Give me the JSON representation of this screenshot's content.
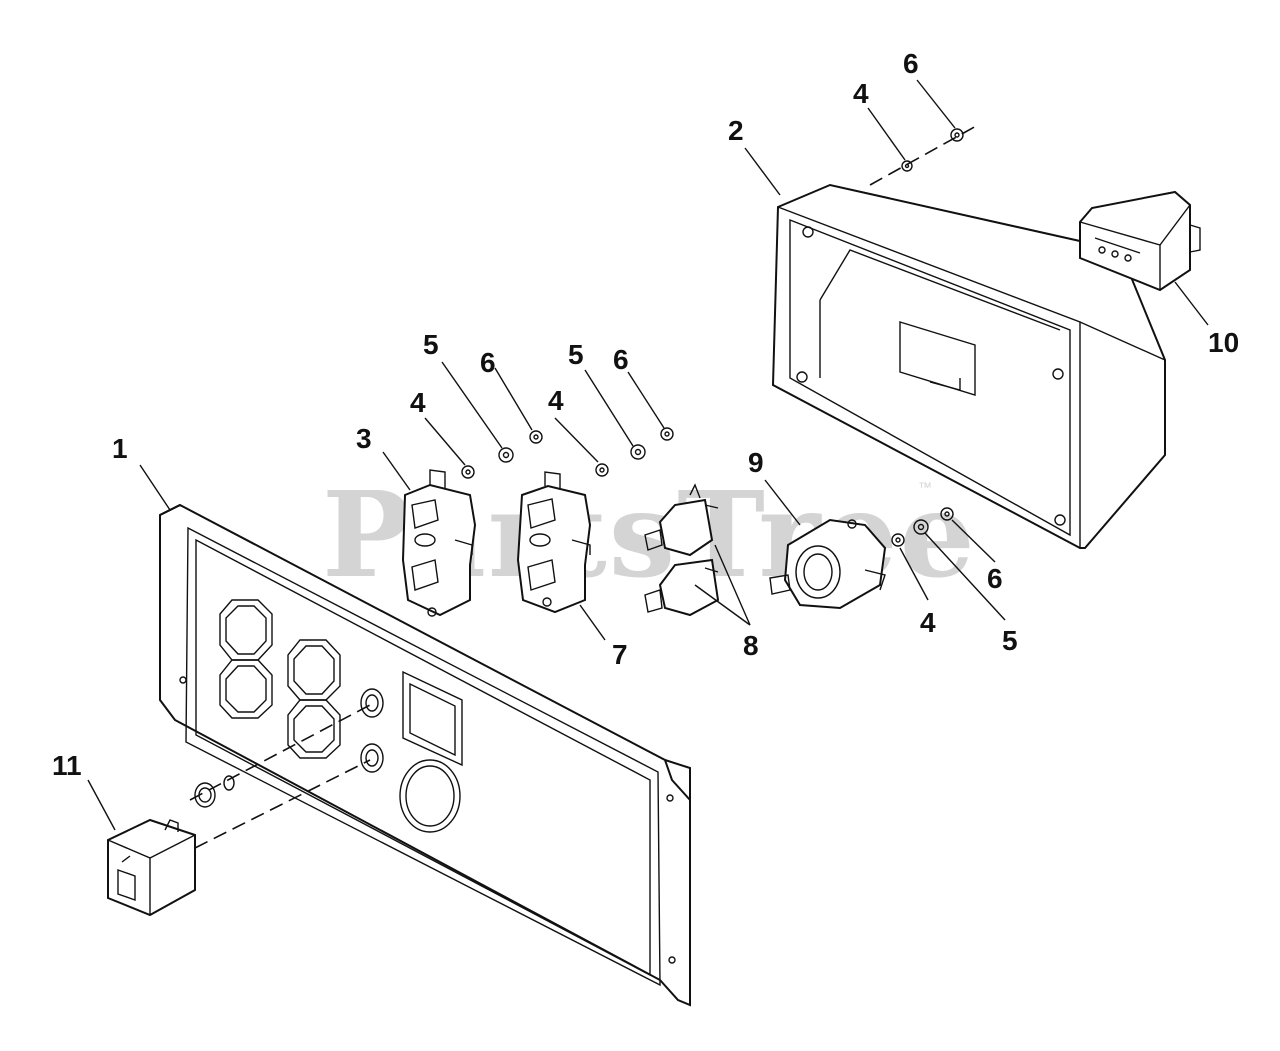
{
  "watermark": {
    "text": "PartsTree",
    "trademark": "™"
  },
  "callouts": [
    {
      "id": "c1",
      "label": "1"
    },
    {
      "id": "c2",
      "label": "2"
    },
    {
      "id": "c3",
      "label": "3"
    },
    {
      "id": "c4a",
      "label": "4"
    },
    {
      "id": "c4b",
      "label": "4"
    },
    {
      "id": "c4c",
      "label": "4"
    },
    {
      "id": "c4d",
      "label": "4"
    },
    {
      "id": "c5a",
      "label": "5"
    },
    {
      "id": "c5b",
      "label": "5"
    },
    {
      "id": "c5c",
      "label": "5"
    },
    {
      "id": "c6a",
      "label": "6"
    },
    {
      "id": "c6b",
      "label": "6"
    },
    {
      "id": "c6c",
      "label": "6"
    },
    {
      "id": "c6d",
      "label": "6"
    },
    {
      "id": "c7",
      "label": "7"
    },
    {
      "id": "c8",
      "label": "8"
    },
    {
      "id": "c9",
      "label": "9"
    },
    {
      "id": "c10",
      "label": "10"
    },
    {
      "id": "c11",
      "label": "11"
    }
  ]
}
